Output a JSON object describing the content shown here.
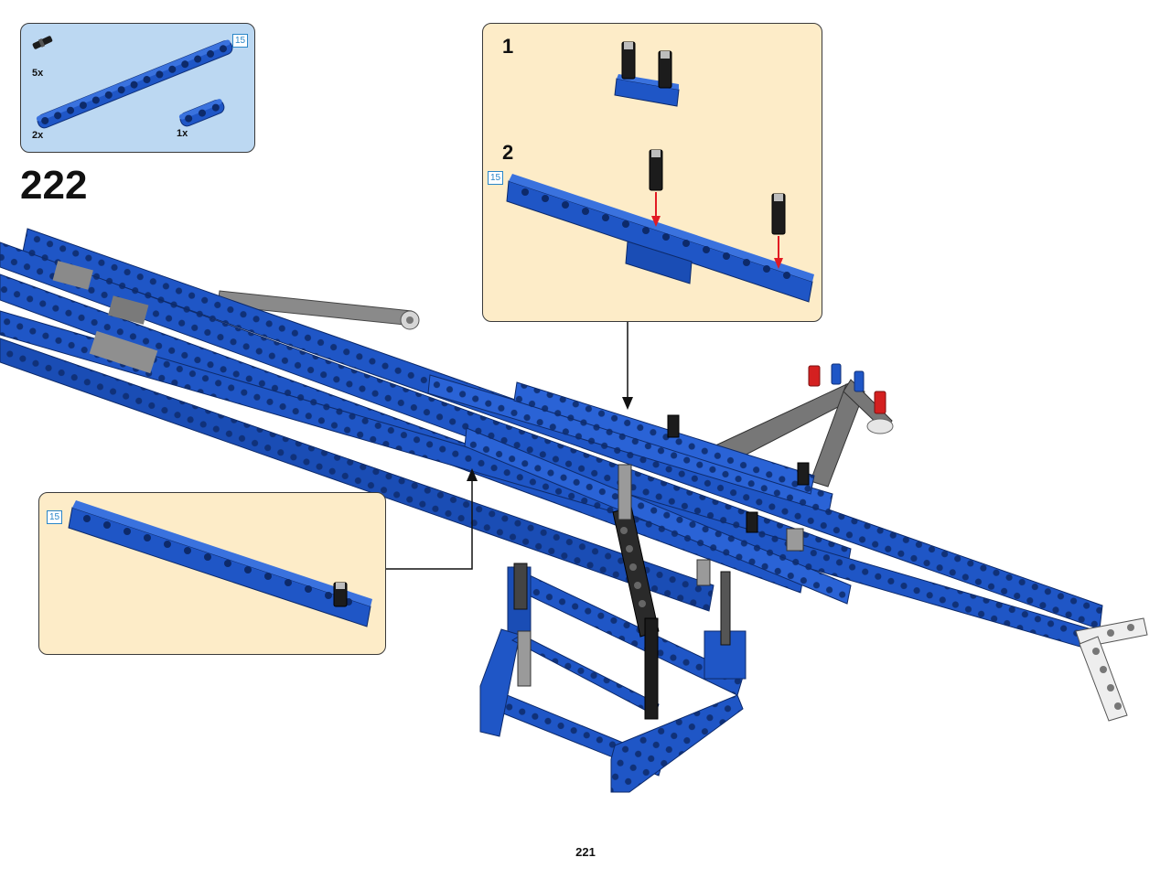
{
  "step_number": "222",
  "page_number": "221",
  "parts_list": [
    {
      "part": "black-connector-pin",
      "quantity": "5x"
    },
    {
      "part": "blue-beam-15",
      "quantity": "2x",
      "length": "15"
    },
    {
      "part": "blue-beam-3",
      "quantity": "1x"
    }
  ],
  "subassembly_a": {
    "steps": [
      {
        "number": "1"
      },
      {
        "number": "2",
        "beam_length": "15"
      }
    ]
  },
  "subassembly_b": {
    "beam_length": "15"
  },
  "colors": {
    "parts_panel_bg": "#bcd8f2",
    "subassembly_bg": "#fdecc8",
    "beam_blue": "#1f56c6",
    "beam_gray": "#6d6d6d",
    "pin_black": "#1c1c1c",
    "pin_red": "#d42020",
    "arrow_red": "#e21b23",
    "badge_blue": "#2a86c8"
  }
}
